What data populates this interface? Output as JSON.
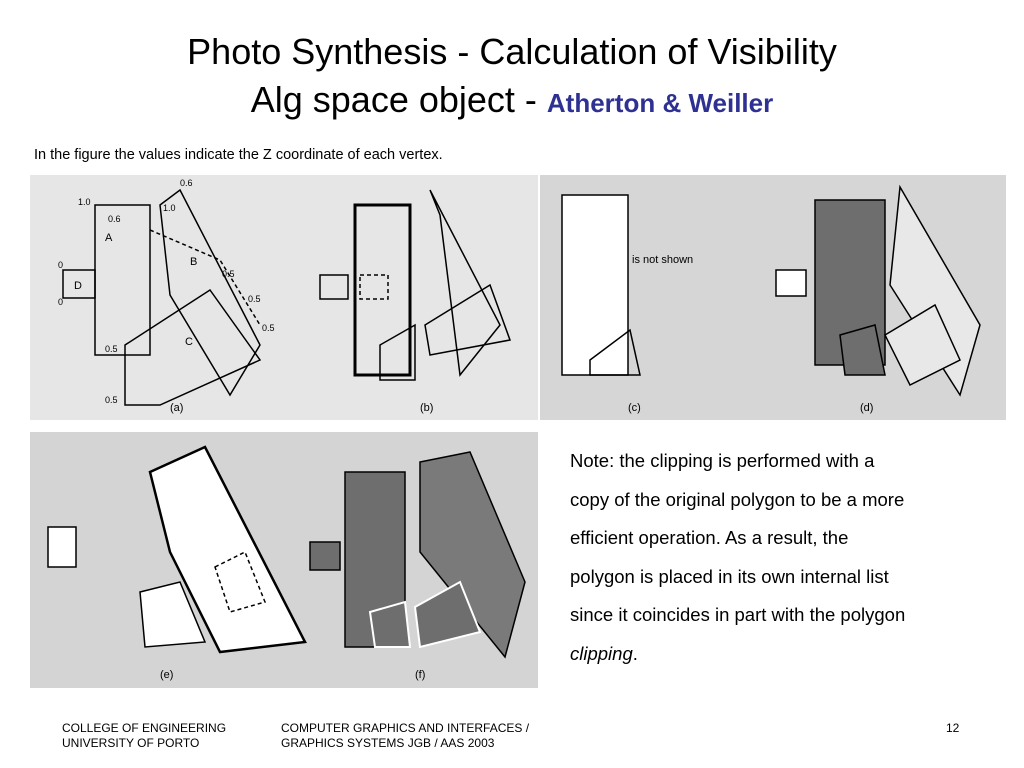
{
  "slide": {
    "title_line1": "Photo Synthesis - Calculation of Visibility",
    "title_line2_prefix": "Alg space object - ",
    "title_line2_accent": "Atherton & Weiller",
    "subtitle": "In the figure the values indicate the Z coordinate of each vertex.",
    "page_number": "12"
  },
  "figures": {
    "a": {
      "caption": "(a)",
      "values": [
        "0.6",
        "1.0",
        "1.0",
        "0.6",
        "0",
        "0",
        "0.5",
        "0.5",
        "0.5",
        "0.5",
        "0.5"
      ],
      "labels": [
        "A",
        "D",
        "C",
        "B"
      ]
    },
    "b": {
      "caption": "(b)"
    },
    "c": {
      "caption": "(c)",
      "note": "is not shown"
    },
    "d": {
      "caption": "(d)"
    },
    "e": {
      "caption": "(e)"
    },
    "f": {
      "caption": "(f)"
    }
  },
  "note": {
    "lines": [
      "Note: the clipping is performed with a",
      "copy of the original polygon to be a more",
      "efficient operation. As a result, the",
      "polygon is placed in its own internal list",
      "since it coincides in part with the polygon"
    ],
    "last_word": "clipping",
    "last_punct": "."
  },
  "footer": {
    "left_line1": "COLLEGE OF ENGINEERING",
    "left_line2": "UNIVERSITY OF PORTO",
    "mid_line1": "COMPUTER GRAPHICS AND INTERFACES /",
    "mid_line2": "GRAPHICS SYSTEMS JGB / AAS 2003"
  },
  "colors": {
    "accent": "#2e3192",
    "scan_background": "#dcdcdc",
    "shaded_polygon": "#6e6e6e"
  }
}
